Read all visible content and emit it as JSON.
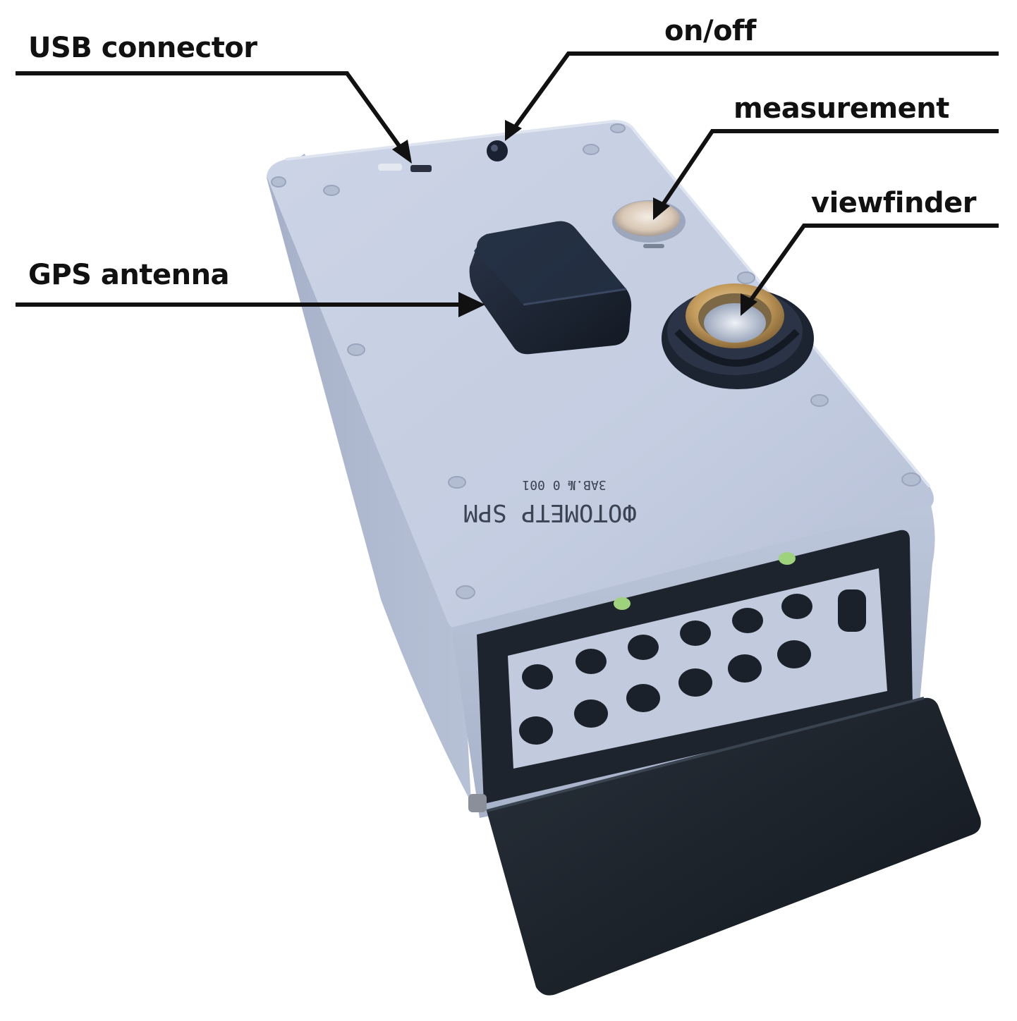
{
  "callouts": {
    "usb_connector": "USB connector",
    "on_off": "on/off",
    "measurement": "measurement",
    "viewfinder": "viewfinder",
    "gps_antenna": "GPS antenna"
  },
  "device": {
    "imprint_line1": "ФОТОМЕТР SPM",
    "imprint_line2": "ЗАВ.№ 0 001"
  },
  "colors": {
    "housing_top": "#c9d2e4",
    "housing_side": "#a9b4cb",
    "antenna": "#1b2434",
    "door": "#1c232c",
    "brass_ring": "#c7a46a",
    "led_green": "#9fd27c",
    "callout_line": "#111111"
  }
}
